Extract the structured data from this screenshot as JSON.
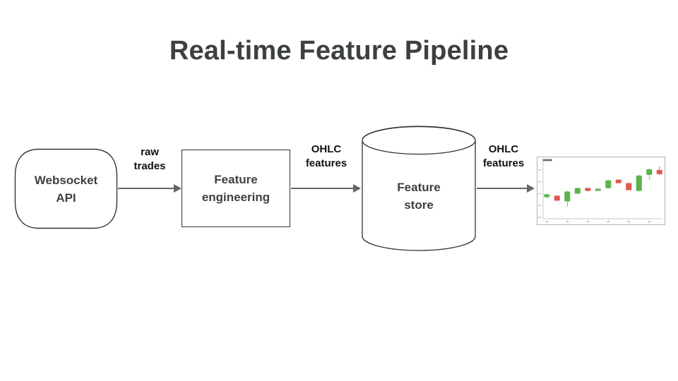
{
  "slide": {
    "title": "Real-time Feature Pipeline"
  },
  "pipeline": {
    "nodes": [
      {
        "id": "websocket-api",
        "shape": "rounded",
        "label": "Websocket\nAPI"
      },
      {
        "id": "feature-engineering",
        "shape": "rectangle",
        "label": "Feature\nengineering"
      },
      {
        "id": "feature-store",
        "shape": "cylinder",
        "label": "Feature\nstore"
      }
    ],
    "edges": [
      {
        "from": "websocket-api",
        "to": "feature-engineering",
        "label": "raw\ntrades"
      },
      {
        "from": "feature-engineering",
        "to": "feature-store",
        "label": "OHLC\nfeatures"
      },
      {
        "from": "feature-store",
        "to": "ohlc-chart",
        "label": "OHLC\nfeatures"
      }
    ]
  },
  "colors": {
    "title_text": "#3c4043",
    "node_text": "#404040",
    "edge_label_text": "#111111",
    "arrow": "#666666",
    "shape_outline": "#333333",
    "candle_up": "#5cb24c",
    "candle_down": "#e0584c",
    "chart_spine": "#c9c9c9",
    "chart_border": "#b3b3b3"
  },
  "chart_data": {
    "type": "candlestick",
    "title": "",
    "xlabel": "",
    "ylabel": "",
    "x": [
      1,
      2,
      3,
      4,
      5,
      6,
      7,
      8,
      9,
      10,
      11,
      12
    ],
    "ohlc": [
      [
        99.8,
        100.3,
        99.6,
        100.2
      ],
      [
        100.0,
        100.1,
        99.2,
        99.3
      ],
      [
        99.2,
        100.7,
        98.4,
        100.6
      ],
      [
        100.3,
        101.2,
        100.2,
        101.1
      ],
      [
        101.1,
        101.2,
        100.6,
        100.7
      ],
      [
        100.7,
        101.1,
        100.7,
        101.0
      ],
      [
        101.1,
        102.3,
        101.0,
        102.2
      ],
      [
        102.3,
        102.4,
        101.8,
        101.8
      ],
      [
        101.8,
        101.9,
        100.8,
        100.8
      ],
      [
        100.7,
        103.0,
        100.6,
        102.9
      ],
      [
        103.0,
        103.9,
        102.3,
        103.8
      ],
      [
        103.7,
        104.2,
        103.0,
        103.1
      ]
    ],
    "up_color": "#5cb24c",
    "down_color": "#e0584c",
    "ylim": [
      96.7,
      104.7
    ],
    "grid": false,
    "legend_position": "upper-left",
    "legend_text_legible": false,
    "y_tick_count": 5,
    "x_tick_count": 6,
    "tick_labels_legible": false
  }
}
